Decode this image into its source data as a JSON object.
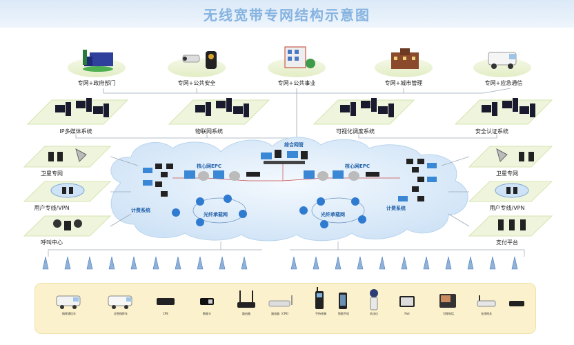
{
  "title": "无线宽带专网结构示意图",
  "sectors": [
    {
      "label": "专网+政府部门",
      "icon": "government-building-icon"
    },
    {
      "label": "专网+公共安全",
      "icon": "security-camera-icon"
    },
    {
      "label": "专网+公共事业",
      "icon": "public-building-icon"
    },
    {
      "label": "专网+城市管理",
      "icon": "city-building-icon"
    },
    {
      "label": "专网+应急通信",
      "icon": "ambulance-icon"
    }
  ],
  "systems": [
    "IP多媒体系统",
    "物联网系统",
    "可视化调度系统",
    "安全认证系统"
  ],
  "left_side": [
    "卫星专网",
    "用户专线/VPN",
    "呼叫中心"
  ],
  "right_side": [
    "卫星专网",
    "用户专线/VPN",
    "支付平台"
  ],
  "core": {
    "integrated_gateway": "综合网管",
    "epc_left": "核心网EPC",
    "epc_right": "核心网EPC",
    "billing_left": "计费系统",
    "billing_right": "计费系统",
    "fiber_left": "光纤承载网",
    "fiber_right": "光纤承载网"
  },
  "terminals": [
    {
      "label": "指挥通信车",
      "icon": "command-vehicle-icon"
    },
    {
      "label": "应急指挥车",
      "icon": "emergency-van-icon"
    },
    {
      "label": "CPE",
      "icon": "cpe-box-icon"
    },
    {
      "label": "数据卡",
      "icon": "data-card-icon"
    },
    {
      "label": "路由器",
      "icon": "router-icon"
    },
    {
      "label": "路由器（CPE）",
      "icon": "wifi-router-icon"
    },
    {
      "label": "手持终端",
      "icon": "handheld-radio-icon"
    },
    {
      "label": "智能手机",
      "icon": "smartphone-icon"
    },
    {
      "label": "执法仪",
      "icon": "police-recorder-icon"
    },
    {
      "label": "Pad",
      "icon": "tablet-icon"
    },
    {
      "label": "可视电话",
      "icon": "video-phone-icon"
    },
    {
      "label": "无线网关",
      "icon": "wireless-gateway-icon"
    },
    {
      "label": "",
      "icon": "set-top-box-icon"
    }
  ],
  "colors": {
    "title": "#86b3e0",
    "cloud": "#dcecf9",
    "ground": "#eef5dc",
    "panel": "#fbf1cc",
    "link": "#8fb2d6"
  }
}
